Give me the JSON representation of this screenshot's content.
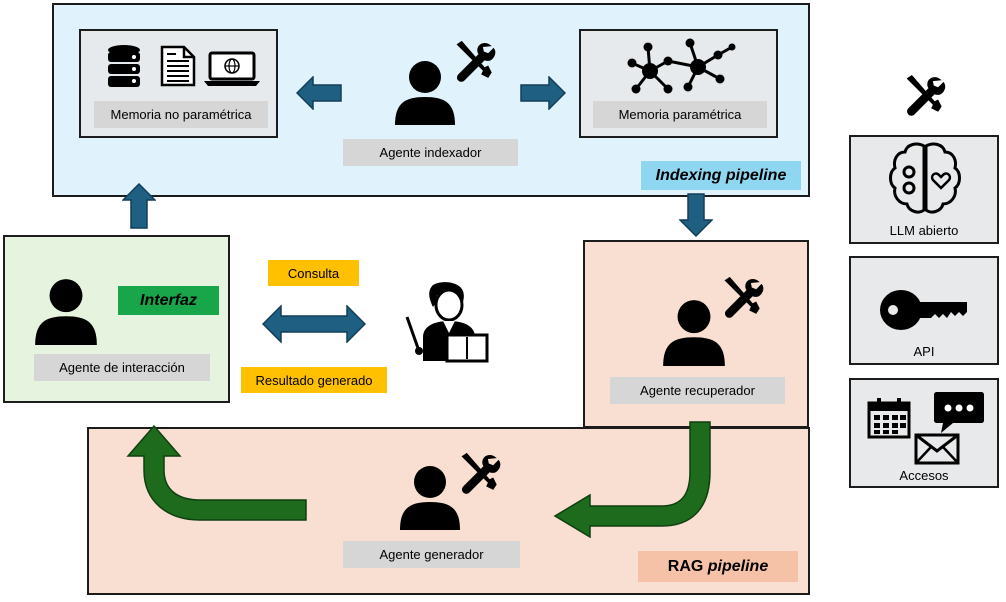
{
  "indexing": {
    "memoria_no_parametrica": "Memoria no paramétrica",
    "memoria_parametrica": "Memoria paramétrica",
    "agente_indexador": "Agente indexador",
    "title_main": "Indexing pipeline"
  },
  "interfaz": {
    "title": "Interfaz",
    "agente_interaccion": "Agente de interacción"
  },
  "middle": {
    "consulta": "Consulta",
    "resultado": "Resultado generado"
  },
  "recuperador": {
    "label": "Agente recuperador"
  },
  "rag": {
    "agente_generador": "Agente generador",
    "title_prefix": "RAG ",
    "title_italic": "pipeline"
  },
  "tools": {
    "llm": "LLM abierto",
    "api": "API",
    "accesos": "Accesos"
  },
  "colors": {
    "indexing_bg": "#e0f2fb",
    "interfaz_bg": "#e6f4df",
    "rag_bg": "#f9ded2",
    "blue_arrow": "#1f5f82",
    "green_arrow": "#1e6b1e",
    "green_label": "#19a64a",
    "blue_label": "#8fd6f0",
    "yellow_label": "#ffc000"
  }
}
